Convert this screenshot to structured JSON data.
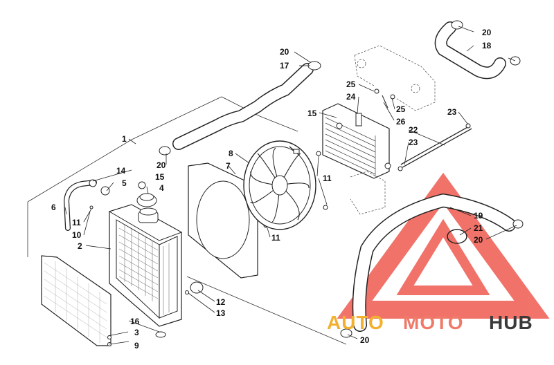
{
  "diagram": {
    "callouts": {
      "c1": "1",
      "c2": "2",
      "c3": "3",
      "c4": "4",
      "c5": "5",
      "c6": "6",
      "c7": "7",
      "c8": "8",
      "c9": "9",
      "c10": "10",
      "c11a": "11",
      "c11b": "11",
      "c11c": "11",
      "c12": "12",
      "c13": "13",
      "c14": "14",
      "c15a": "15",
      "c15b": "15",
      "c16": "16",
      "c17": "17",
      "c18": "18",
      "c19": "19",
      "c20a": "20",
      "c20b": "20",
      "c20c": "20",
      "c20d": "20",
      "c20e": "20",
      "c21": "21",
      "c22": "22",
      "c23a": "23",
      "c23b": "23",
      "c24": "24",
      "c25a": "25",
      "c25b": "25",
      "c26": "26"
    }
  },
  "watermark": {
    "part1": "AUTO",
    "part2": "MOTO",
    "part3": "HUB",
    "colors": {
      "auto": "#f2b02e",
      "moto": "#f07a6a",
      "hub": "#3a3a3a",
      "triangle": "#ef5a50"
    }
  }
}
